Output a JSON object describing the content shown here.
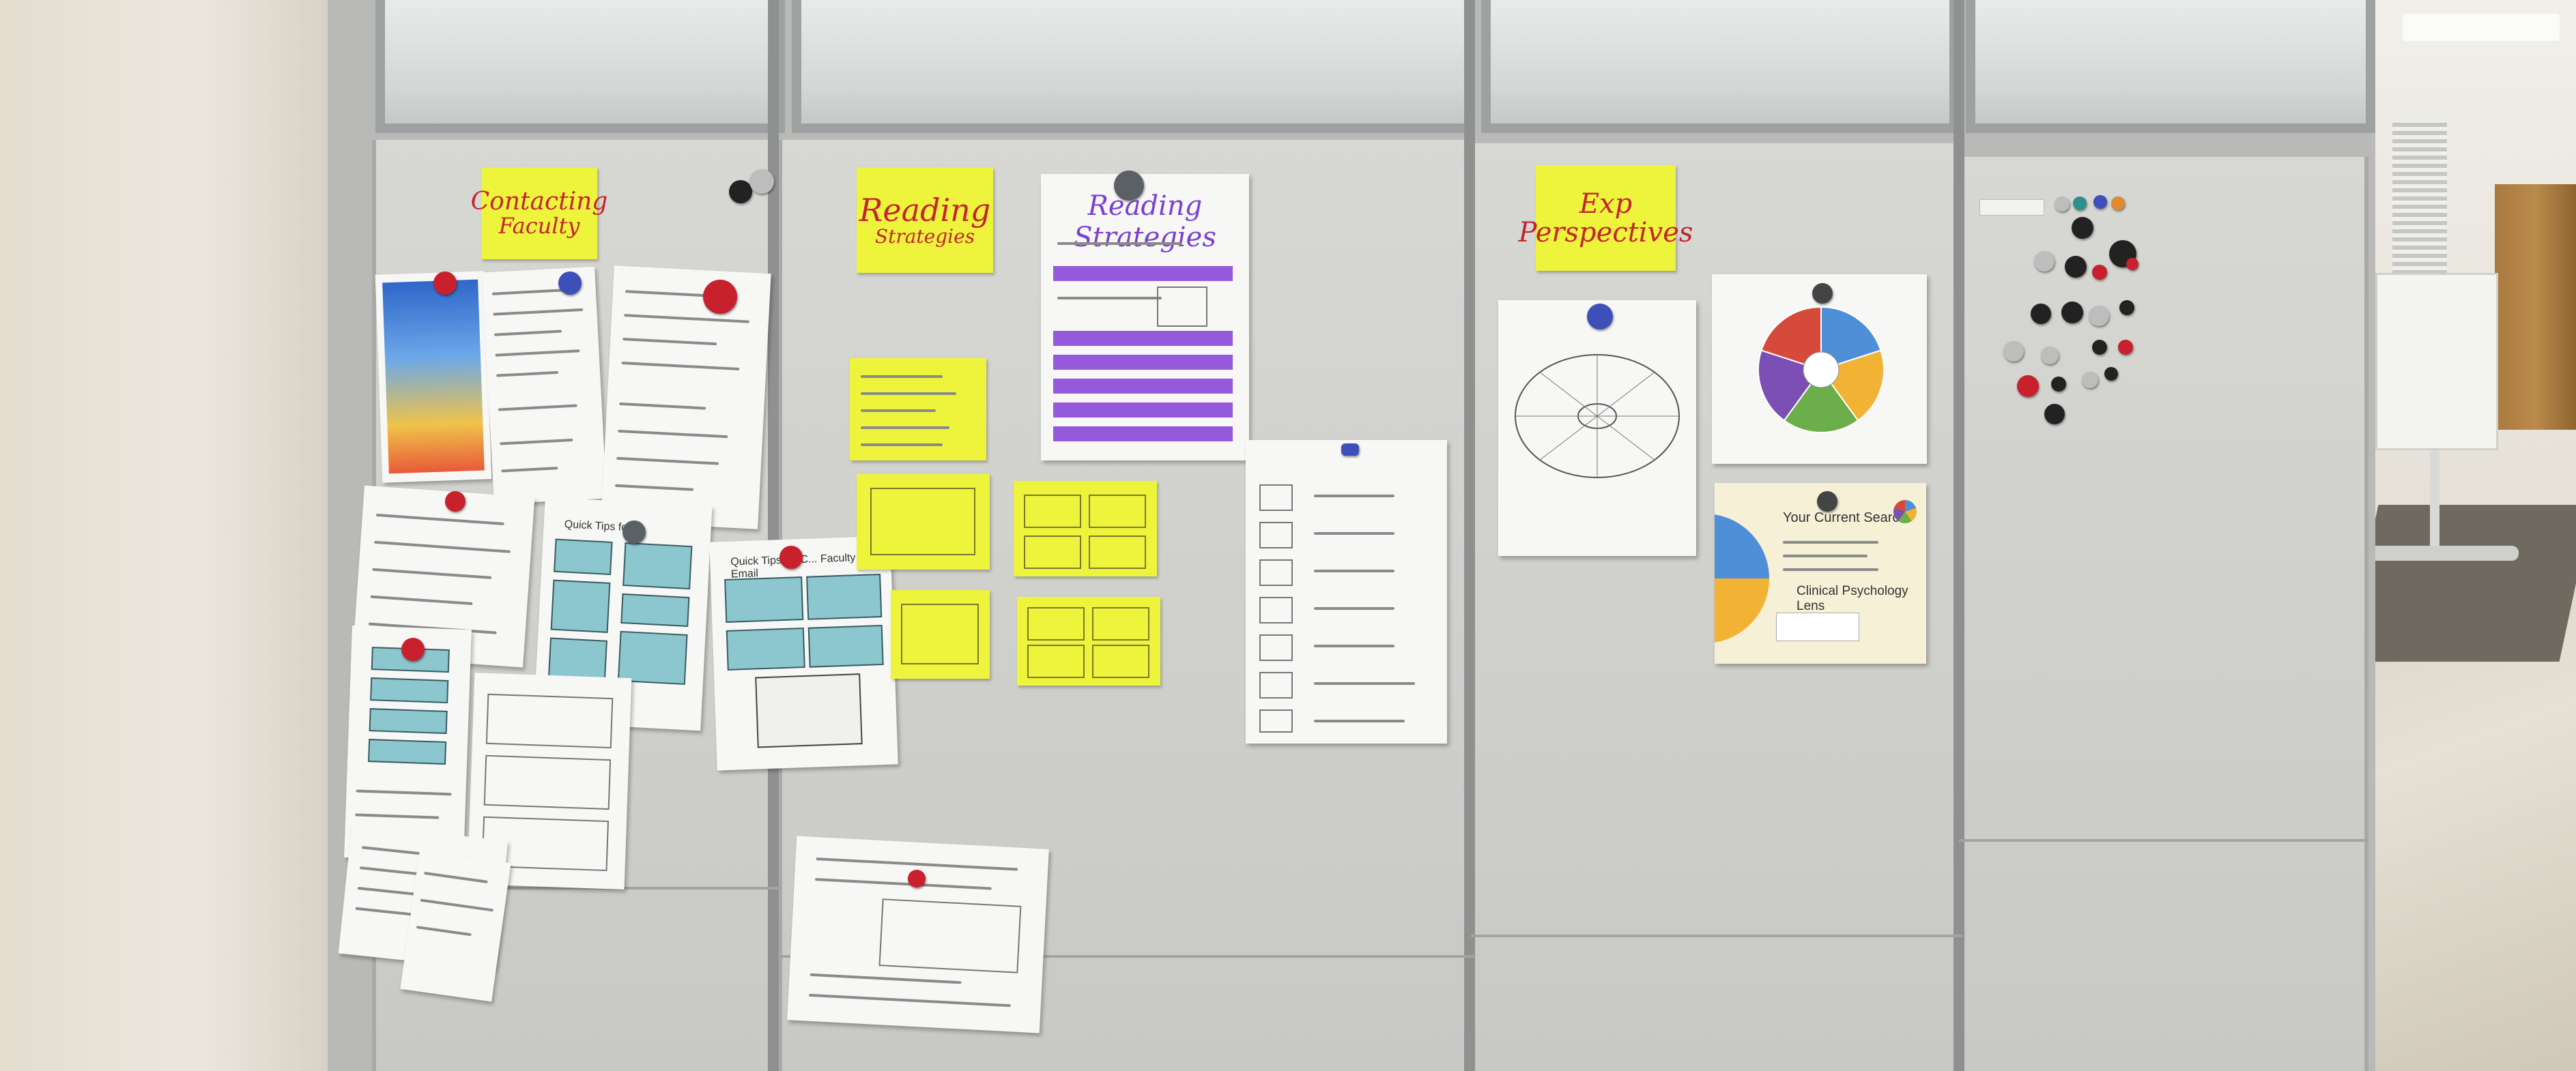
{
  "sticky_notes": {
    "contacting_faculty": {
      "line1": "Contacting",
      "line2": "Faculty"
    },
    "reading_strategies": {
      "line1": "Reading",
      "line2": "Strategies"
    },
    "exp_perspectives": {
      "text": "Exp Perspectives"
    }
  },
  "posters": {
    "reading_strategies_sheet": {
      "heading": "Reading Strategies"
    },
    "quick_tips_1": {
      "heading": "Quick Tips for..."
    },
    "quick_tips_2": {
      "heading": "Quick Tips for C... Faculty Over Email"
    },
    "your_current_search": {
      "title": "Your Current Search",
      "subtitle": "Clinical Psychology Lens"
    }
  },
  "wheel": {
    "colors": [
      "#4f8fd8",
      "#f2b233",
      "#6cae4a",
      "#7b4fb3",
      "#d64a3c"
    ]
  },
  "magnet_colors": {
    "red": "#c8202c",
    "blue": "#3d4fb8",
    "black": "#222222",
    "silver": "#bdbdbd",
    "teal": "#2f8f8f",
    "orange": "#e0892e"
  }
}
